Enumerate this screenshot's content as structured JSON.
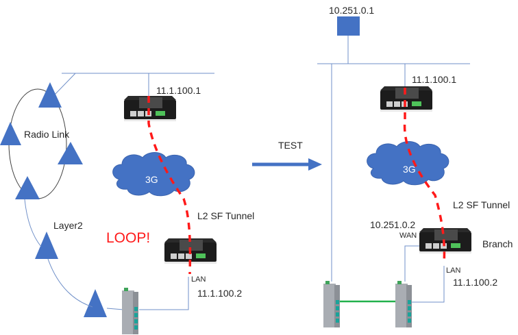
{
  "left": {
    "radio_link_label": "Radio Link",
    "layer2_label": "Layer2",
    "loop_label": "LOOP!",
    "hq_router_ip": "11.1.100.1",
    "cloud_label": "3G",
    "tunnel_label": "L2 SF Tunnel",
    "branch_lan_label": "LAN",
    "branch_router_ip": "11.1.100.2"
  },
  "arrow": {
    "label": "TEST"
  },
  "right": {
    "server_ip": "10.251.0.1",
    "hq_router_ip": "11.1.100.1",
    "cloud_label": "3G",
    "tunnel_label": "L2 SF Tunnel",
    "wan_ip": "10.251.0.2",
    "wan_label": "WAN",
    "branch_label": "Branch",
    "lan_label": "LAN",
    "branch_router_ip": "11.1.100.2"
  },
  "colors": {
    "line": "#6f8fc8",
    "shape_blue": "#4472c4",
    "tunnel_red": "#ff1a1a",
    "link_green": "#22b14c",
    "router_body": "#1e1e1e"
  }
}
